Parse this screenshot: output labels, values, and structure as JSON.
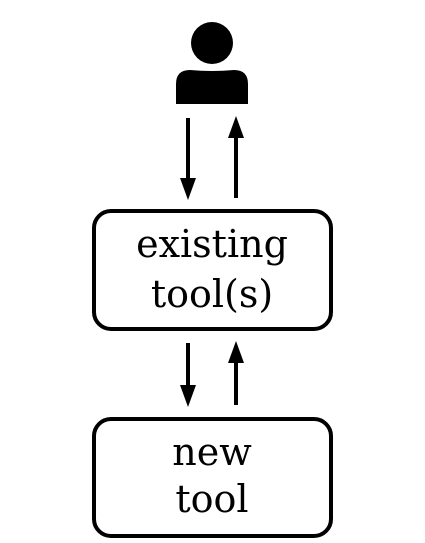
{
  "nodes": {
    "user": {
      "icon": "user-icon"
    },
    "existing": {
      "line1": "existing",
      "line2": "tool(s)"
    },
    "new": {
      "line1": "new",
      "line2": "tool"
    }
  },
  "edges": [
    {
      "from": "user",
      "to": "existing",
      "direction": "down"
    },
    {
      "from": "existing",
      "to": "user",
      "direction": "up"
    },
    {
      "from": "existing",
      "to": "new",
      "direction": "down"
    },
    {
      "from": "new",
      "to": "existing",
      "direction": "up"
    }
  ],
  "colors": {
    "stroke": "#000000",
    "fill": "#ffffff",
    "icon": "#000000"
  }
}
